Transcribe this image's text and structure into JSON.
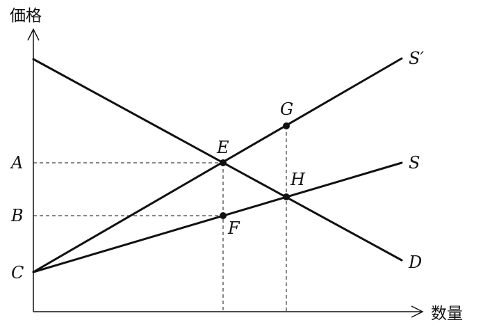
{
  "diagram": {
    "y_axis_title": "価格",
    "x_axis_title": "数量",
    "lines": [
      {
        "id": "S_prime",
        "label": "S′"
      },
      {
        "id": "S",
        "label": "S"
      },
      {
        "id": "D",
        "label": "D"
      }
    ],
    "points": [
      {
        "id": "E",
        "label": "E"
      },
      {
        "id": "F",
        "label": "F"
      },
      {
        "id": "G",
        "label": "G"
      },
      {
        "id": "H",
        "label": "H"
      }
    ],
    "axis_labels": [
      {
        "id": "A",
        "label": "A"
      },
      {
        "id": "B",
        "label": "B"
      },
      {
        "id": "C",
        "label": "C"
      }
    ]
  }
}
